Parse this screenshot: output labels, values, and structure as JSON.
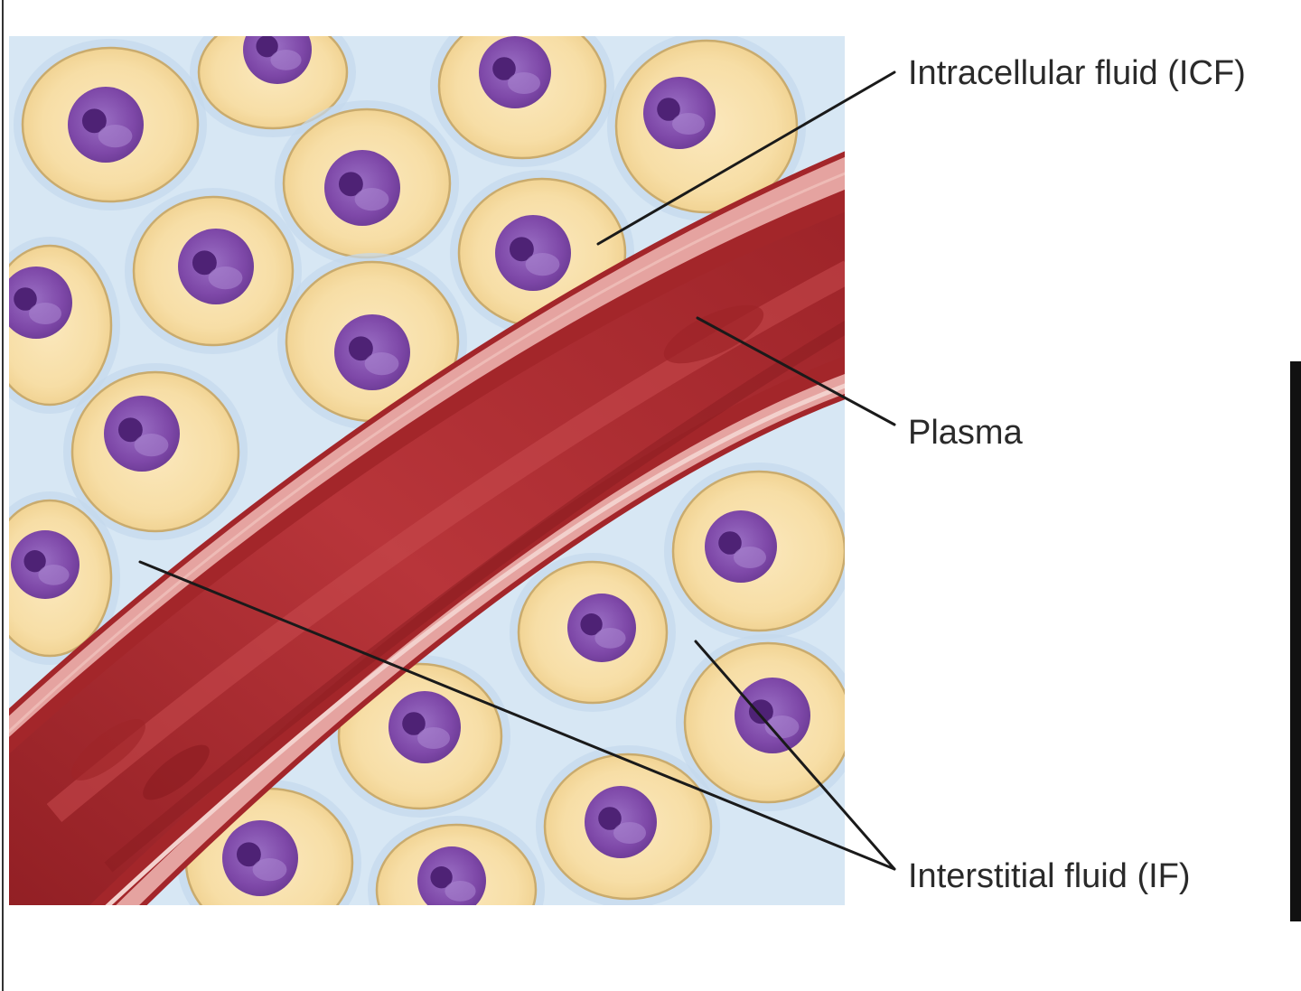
{
  "labels": {
    "icf": "Intracellular fluid (ICF)",
    "plasma": "Plasma",
    "if": "Interstitial fluid (IF)"
  },
  "colors": {
    "background": "#ffffff",
    "interstitial": "#d7e7f4",
    "cell_cytoplasm": "#f7dea6",
    "cell_border": "#c9ab6e",
    "nucleus": "#8a55b0",
    "vessel_wall": "#a3262a",
    "vessel_lumen": "#b8353a",
    "vessel_highlight": "#e5a3a0"
  }
}
